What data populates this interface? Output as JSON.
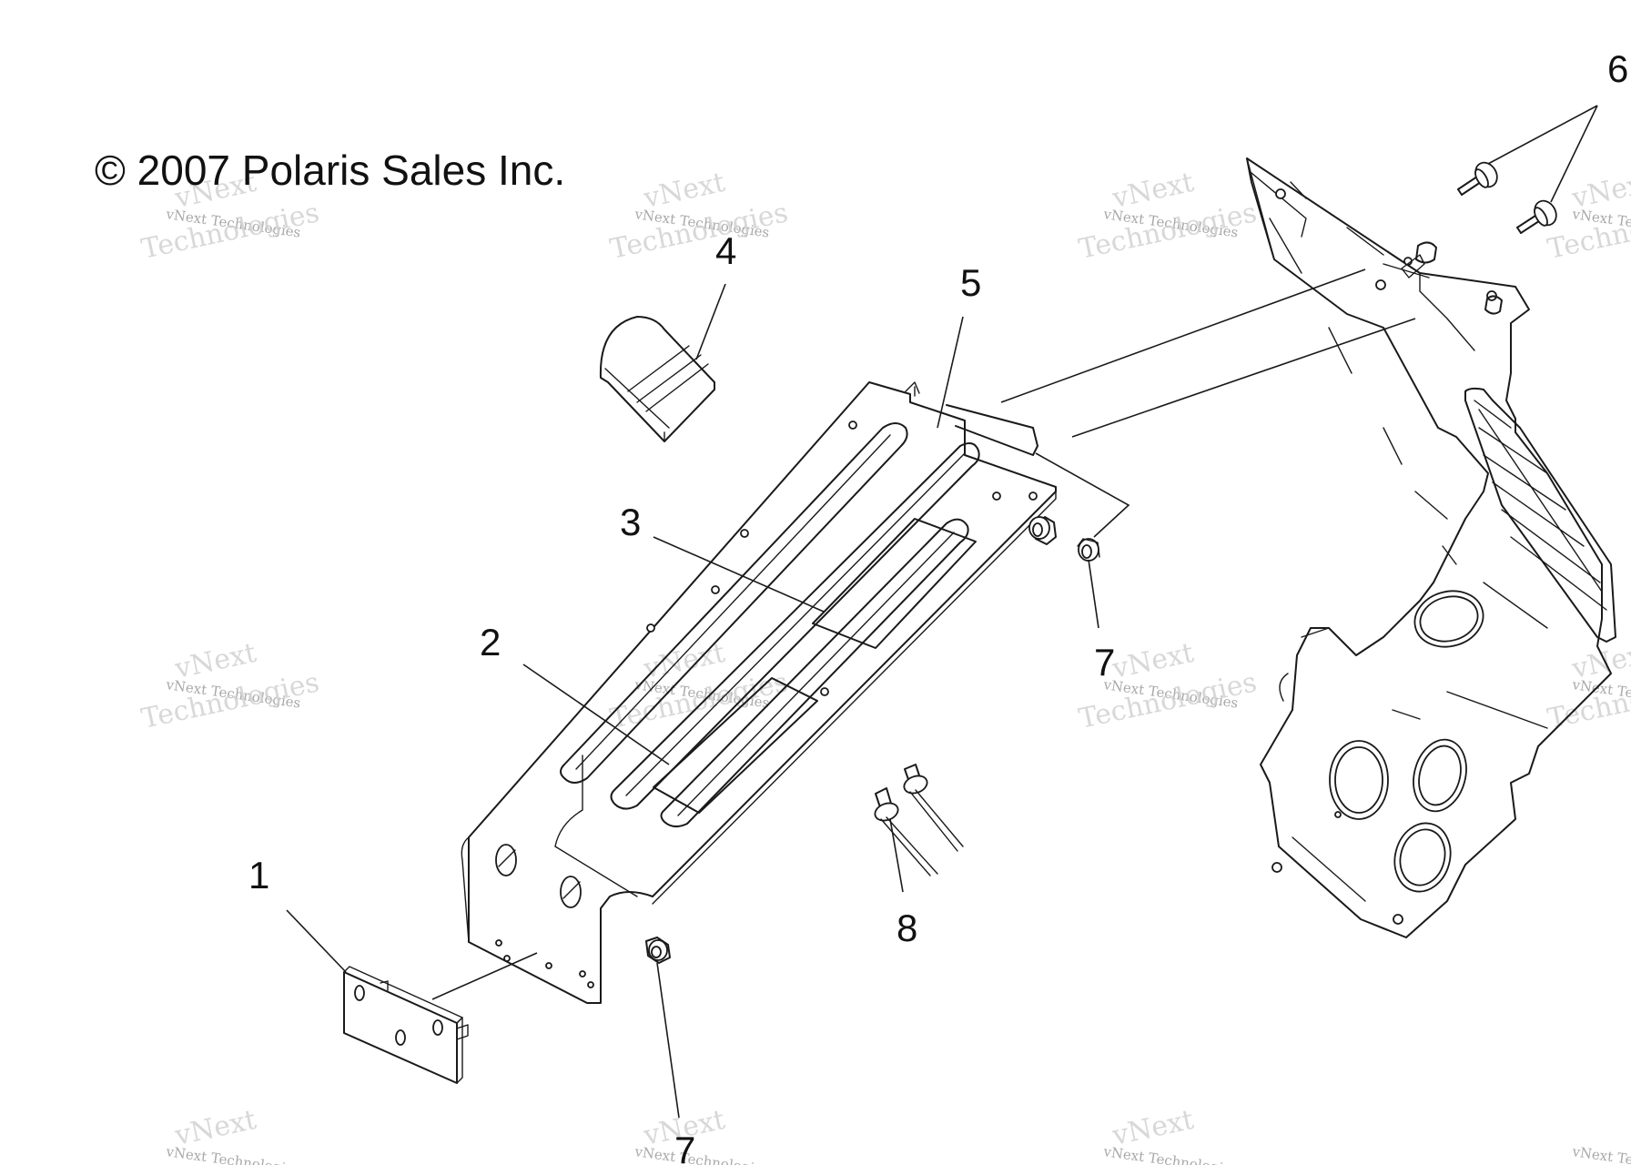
{
  "copyright": "© 2007 Polaris Sales Inc.",
  "callouts": [
    {
      "id": "1",
      "label": "1"
    },
    {
      "id": "2",
      "label": "2"
    },
    {
      "id": "3",
      "label": "3"
    },
    {
      "id": "4",
      "label": "4"
    },
    {
      "id": "5",
      "label": "5"
    },
    {
      "id": "6",
      "label": "6"
    },
    {
      "id": "7a",
      "label": "7"
    },
    {
      "id": "7b",
      "label": "7"
    },
    {
      "id": "8",
      "label": "8"
    }
  ],
  "watermark": {
    "line1": "vNext Technologies",
    "line2": "Technologies",
    "line3": "vNext"
  }
}
